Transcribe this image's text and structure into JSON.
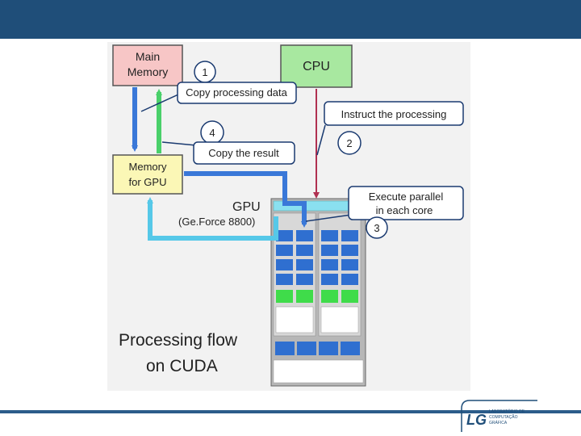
{
  "slide": {
    "colors": {
      "header": "#1f4e79",
      "footer_line": "#2b5c8a"
    }
  },
  "diagram": {
    "main_memory": {
      "line1": "Main",
      "line2": "Memory"
    },
    "cpu": "CPU",
    "memory_gpu": {
      "line1": "Memory",
      "line2": "for GPU"
    },
    "gpu": {
      "title": "GPU",
      "model": "(Ge.Force 8800)"
    },
    "callouts": {
      "step1": {
        "number": "1",
        "text": "Copy processing data"
      },
      "step2": {
        "number": "2",
        "text": "Instruct the processing"
      },
      "step3": {
        "number": "3",
        "line1": "Execute parallel",
        "line2": "in each core"
      },
      "step4": {
        "number": "4",
        "text": "Copy the result"
      }
    },
    "caption": {
      "line1": "Processing flow",
      "line2": "on CUDA"
    },
    "colors": {
      "main_memory_fill": "#f7c6c6",
      "cpu_fill": "#a8e8a0",
      "memory_gpu_fill": "#fbf7b6",
      "arrow_blue": "#3a78d8",
      "arrow_green": "#4ad06a",
      "arrow_cyan": "#56c8e8",
      "arrow_red": "#b03050",
      "core_blue": "#2f6fd0",
      "core_green": "#3fdc4a"
    }
  },
  "logo": {
    "text_lines": [
      "LABORATÓRIO DE",
      "COMPUTAÇÃO",
      "GRÁFICA"
    ]
  }
}
